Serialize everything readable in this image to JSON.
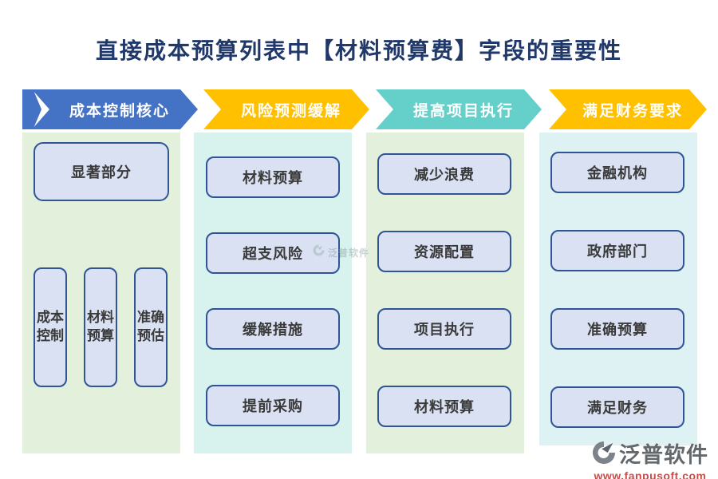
{
  "title": {
    "text": "直接成本预算列表中【材料预算费】字段的重要性",
    "color": "#21386B"
  },
  "arrow_tail_color": "#4472C4",
  "box_style": {
    "fill": "#D9E1F2",
    "border": "#2F5597"
  },
  "columns": [
    {
      "header": {
        "label": "成本控制核心",
        "color": "#4472C4"
      },
      "panel_color": "#E3F0DB",
      "boxes": [
        "显著部分",
        "成本控制",
        "材料预算",
        "准确预估"
      ]
    },
    {
      "header": {
        "label": "风险预测缓解",
        "color": "#FFC000"
      },
      "panel_color": "#D8F3EE",
      "boxes": [
        "材料预算",
        "超支风险",
        "缓解措施",
        "提前采购"
      ]
    },
    {
      "header": {
        "label": "提高项目执行",
        "color": "#65CFC9"
      },
      "panel_color": "#E3F0DB",
      "boxes": [
        "减少浪费",
        "资源配置",
        "项目执行",
        "材料预算"
      ]
    },
    {
      "header": {
        "label": "满足财务要求",
        "color": "#FFC000"
      },
      "panel_color": "#DEF1F3",
      "boxes": [
        "金融机构",
        "政府部门",
        "准确预算",
        "满足财务"
      ]
    }
  ],
  "watermark": {
    "text": "泛普软件"
  },
  "footer": {
    "brand": "泛普软件",
    "url": "www.fanpusoft.com"
  }
}
